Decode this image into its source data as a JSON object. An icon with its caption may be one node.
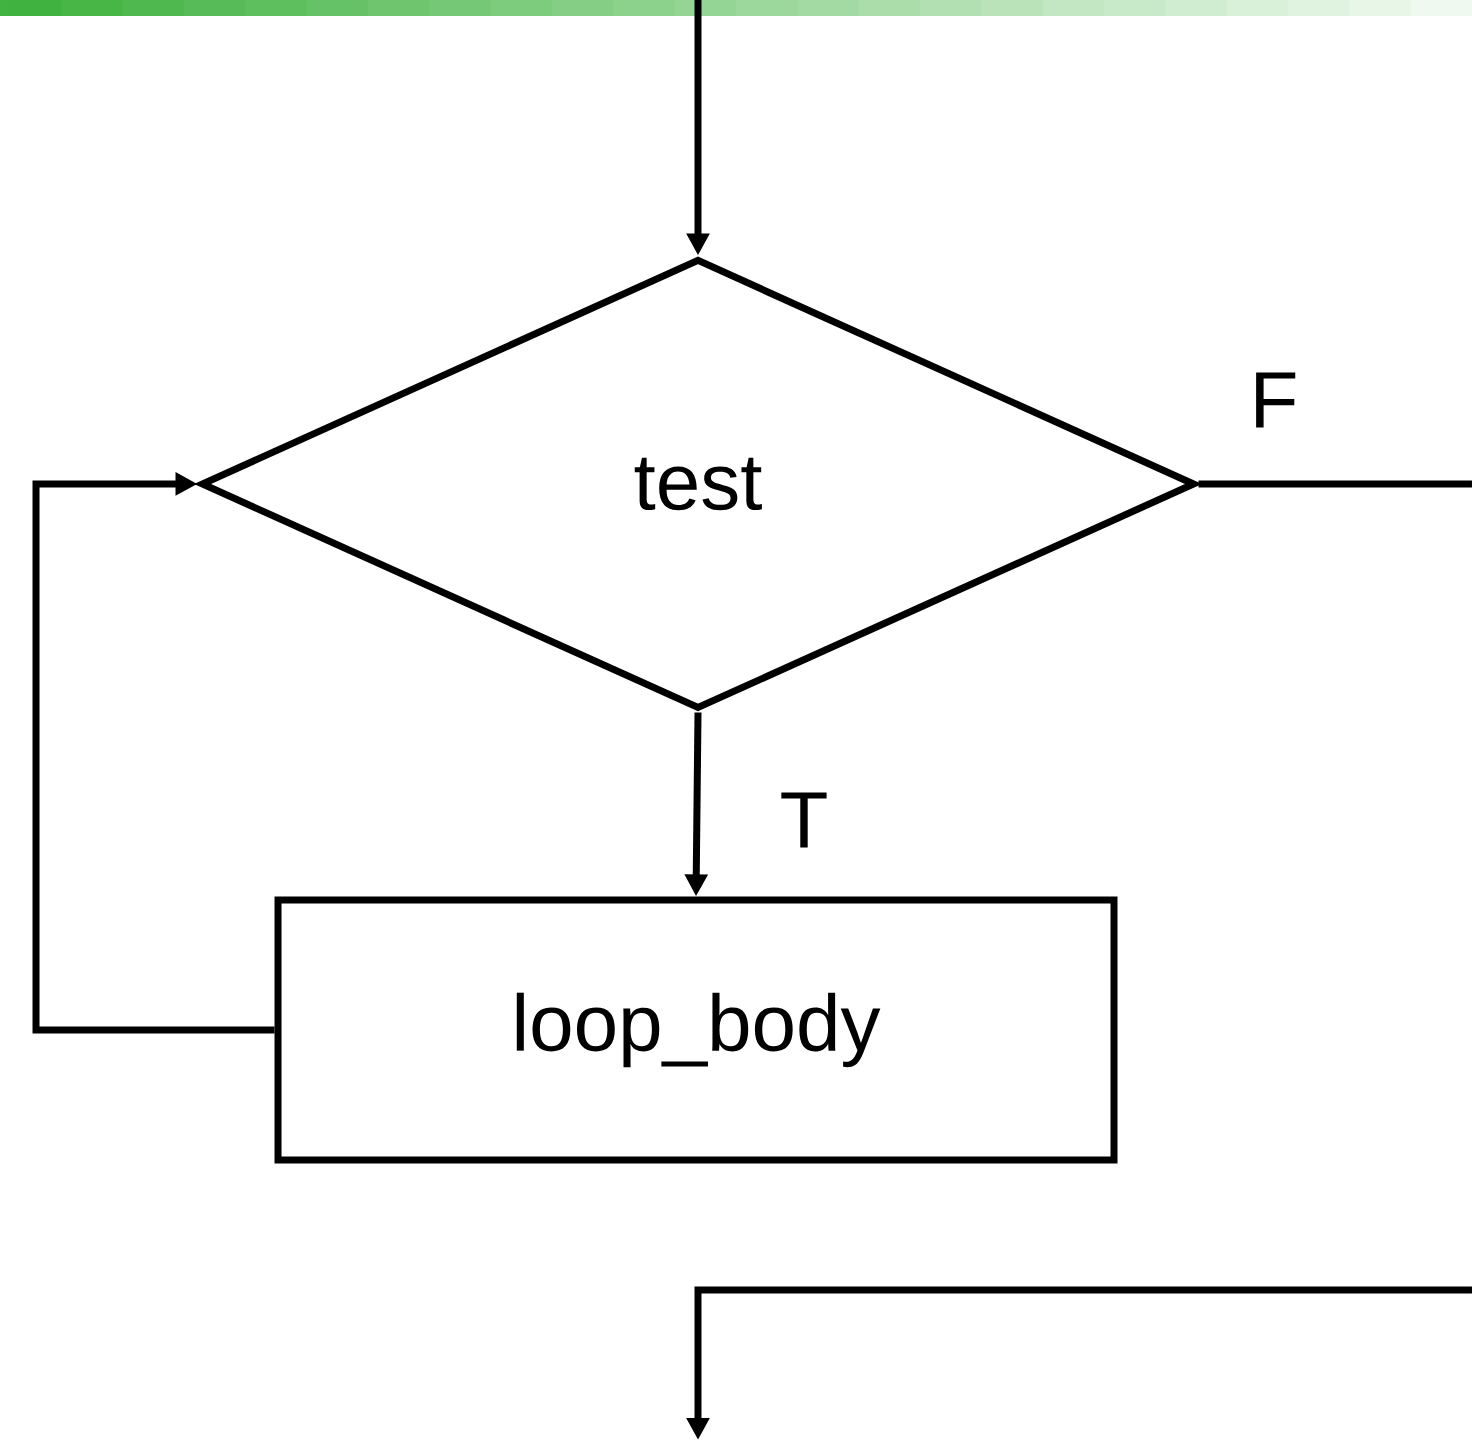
{
  "diagram": {
    "nodes": [
      {
        "text": [
          "test"
        ]
      },
      {
        "text": [
          "loop_body"
        ]
      }
    ],
    "edges": [
      {
        "from": null,
        "to": 0,
        "arrow": "to"
      },
      {
        "from": 0,
        "to": 1,
        "arrow": "to",
        "label": "T"
      },
      {
        "from": 1,
        "to": 0,
        "arrow": "to"
      },
      {
        "from": 0,
        "to": null,
        "arrow": "to",
        "label": "F"
      }
    ]
  }
}
